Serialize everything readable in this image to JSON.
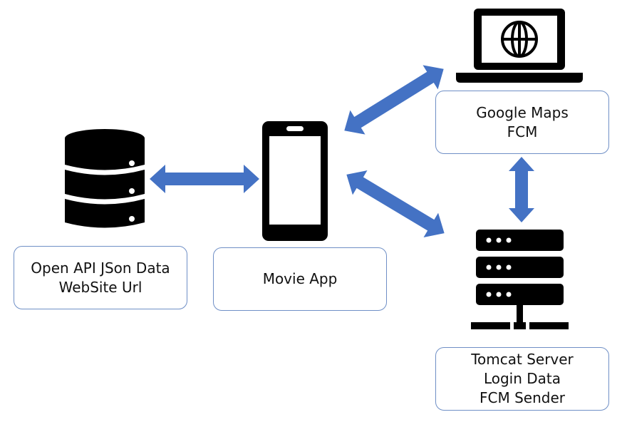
{
  "colors": {
    "arrow": "#4472c4",
    "box_border": "#6f8fc6",
    "icon": "#000000"
  },
  "icons": {
    "database": "database-icon",
    "phone": "smartphone-icon",
    "laptop": "laptop-globe-icon",
    "server": "server-rack-icon"
  },
  "nodes": {
    "open_api": {
      "lines": [
        "Open API JSon Data",
        "WebSite Url"
      ]
    },
    "movie_app": {
      "lines": [
        "Movie App"
      ]
    },
    "google_maps": {
      "lines": [
        "Google Maps",
        "FCM"
      ]
    },
    "tomcat": {
      "lines": [
        "Tomcat Server",
        "Login Data",
        "FCM Sender"
      ]
    }
  },
  "connections": [
    {
      "from": "open_api",
      "to": "movie_app",
      "direction": "both"
    },
    {
      "from": "movie_app",
      "to": "google_maps",
      "direction": "both"
    },
    {
      "from": "movie_app",
      "to": "tomcat",
      "direction": "both"
    },
    {
      "from": "google_maps",
      "to": "tomcat",
      "direction": "both"
    }
  ]
}
